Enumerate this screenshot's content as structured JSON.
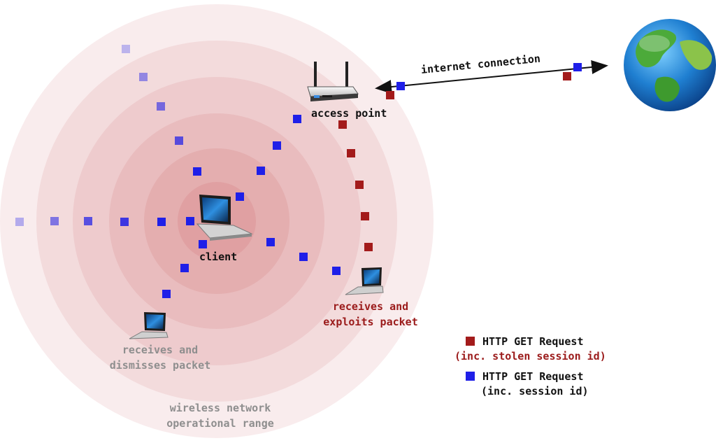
{
  "labels": {
    "access_point": "access point",
    "internet_connection": "internet connection",
    "client": "client",
    "attacker_exploit": [
      "receives and",
      "exploits packet"
    ],
    "bystander_dismiss": [
      "receives and",
      "dismisses packet"
    ],
    "range": [
      "wireless network",
      "operational range"
    ]
  },
  "legend": [
    {
      "line1": "HTTP GET Request",
      "line2": "(inc. stolen session id)",
      "color": "#a31b1b",
      "line2_color": "#9b1b1b"
    },
    {
      "line1": "HTTP GET Request",
      "line2": "(inc. session id)",
      "color": "#1f1fe8",
      "line2_color": "#111111"
    }
  ],
  "colors": {
    "range_fill": "#c8474a",
    "legit_packet": "#1f1fe8",
    "stolen_packet": "#a31b1b",
    "exploit_text": "#9b1b1b",
    "dismiss_text": "#8e8e8e"
  },
  "icons": {
    "router": "wireless-router-icon",
    "globe": "earth-globe-icon",
    "client_laptop": "laptop-icon",
    "attacker_laptop": "laptop-icon",
    "bystander_laptop": "laptop-icon"
  }
}
